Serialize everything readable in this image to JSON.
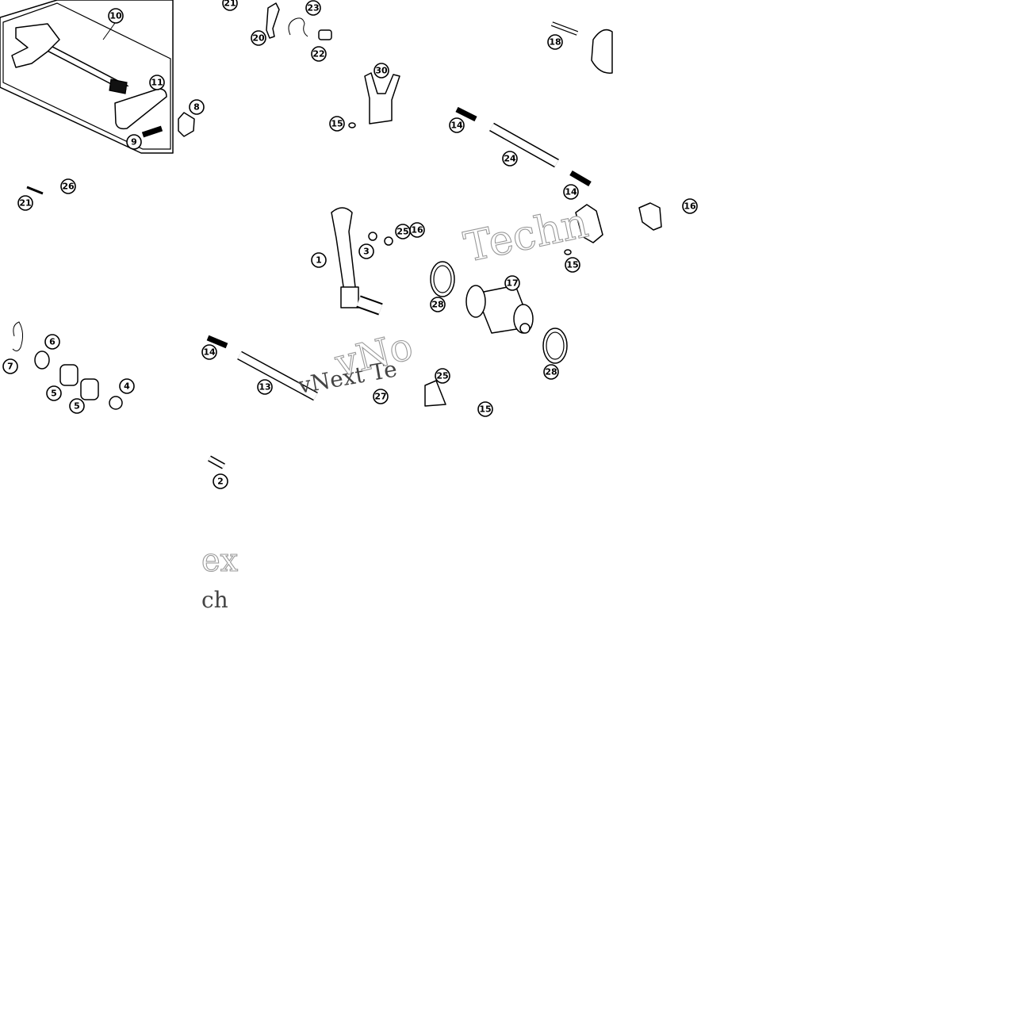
{
  "diagram": {
    "callouts": [
      "1",
      "2",
      "3",
      "4",
      "5",
      "5",
      "6",
      "7",
      "8",
      "9",
      "10",
      "11",
      "13",
      "14",
      "14",
      "14",
      "15",
      "15",
      "15",
      "16",
      "16",
      "17",
      "18",
      "20",
      "21",
      "21",
      "22",
      "23",
      "24",
      "25",
      "25",
      "26",
      "27",
      "28",
      "28",
      "30"
    ],
    "watermarks": {
      "tile_mid_right": "Techn",
      "tile_mid_center": "vNext Te",
      "tile_mid_center_vertical": "vNo",
      "tile_bottom_left_1": "ex",
      "tile_bottom_left_2": "ch"
    }
  },
  "colors": {
    "line": "#000000",
    "background": "#ffffff",
    "watermark_outline": "#9a9a9a"
  }
}
